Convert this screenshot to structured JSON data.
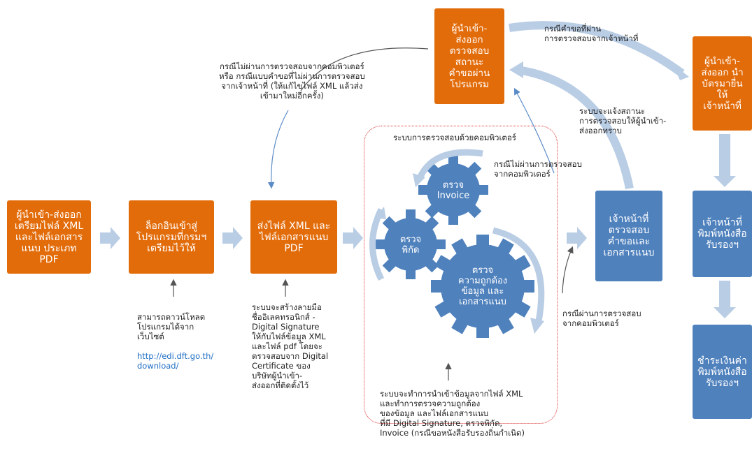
{
  "boxes": {
    "importer_prepare": "ผู้นำเข้า-ส่งออก\nเตรียมไฟล์ XML\nและไฟล์เอกสาร\nแนบ ประเภท\nPDF",
    "login": "ล็อกอินเข้าสู่\nโปรแกรมที่กรมฯ\nเตรียมไว้ให้",
    "send_files": "ส่งไฟล์ XML และ\nไฟล์เอกสารแนบ\nPDF",
    "check_status": "ผู้นำเข้า-\nส่งออก\nตรวจสอบ\nสถานะ\nคำขอผ่าน\nโปรแกรม",
    "bring_card": "ผู้นำเข้า-\nส่งออก นำ\nบัตรมายื่น\nให้\nเจ้าหน้าที่",
    "officer_check": "เจ้าหน้าที่\nตรวจสอบ\nคำขอและ\nเอกสารแนบ",
    "officer_print": "เจ้าหน้าที่\nพิมพ์หนังสือ\nรับรองฯ",
    "pay_fee": "ชำระเงินค่า\nพิมพ์หนังสือ\nรับรองฯ"
  },
  "gears": {
    "invoice": "ตรวจ\nInvoice",
    "tariff": "ตรวจ\nพิกัด",
    "accuracy": "ตรวจ\nความถูกต้อง\nข้อมูล และ\nเอกสารแนบ"
  },
  "notes": {
    "computer_system_title": "ระบบการตรวจสอบด้วยคอมพิวเตอร์",
    "fail_note": "กรณีไม่ผ่านการตรวจสอบจากคอมพิวเตอร์\nหรือ กรณีแบบคำขอที่ไม่ผ่านการตรวจสอบ\nจากเจ้าหน้าที่ (ให้แก้ไขไฟล์ XML แล้วส่ง\nเข้ามาใหม่อีกครั้ง)",
    "officer_pass": "กรณีคำขอที่ผ่าน\nการตรวจสอบจากเจ้าหน้าที่",
    "system_notify": "ระบบจะแจ้งสถานะ\nการตรวจสอบให้ผู้นำเข้า-\nส่งออกทราบ",
    "computer_fail": "กรณีไม่ผ่านการตรวจสอบ\nจากคอมพิวเตอร์",
    "computer_pass": "กรณีผ่านการตรวจสอบ\nจากคอมพิวเตอร์",
    "download_text": "สามารถดาวน์โหลด\nโปรแกรมได้จาก\nเว็บไซต์",
    "download_link": "http://edi.dft.go.th/\ndownload/",
    "signature_note": "ระบบจะสร้างลายมือ\nชื่ออิเลคทรอนิกส์ -\nDigital Signature\nให้กับไฟล์ข้อมูล XML\nและไฟล์ pdf โดยจะ\nตรวจสอบจาก Digital\nCertificate ของ\nบริษัทผู้นำเข้า-\nส่งออกที่ติดตั้งไว้",
    "import_note": "ระบบจะทำการนำเข้าข้อมูลจากไฟล์ XML\nและทำการตรวจความถูกต้อง\nของข้อมูล และไฟล์เอกสารแนบ\nที่มี Digital Signature, ตรวจพิกัด,\nInvoice (กรณีขอหนังสือรับรองถิ่นกำเนิด)"
  },
  "colors": {
    "orange": "#E36C0A",
    "blue": "#4F81BD",
    "light_arrow": "#B9CDE5",
    "dashed": "#dd3333"
  }
}
